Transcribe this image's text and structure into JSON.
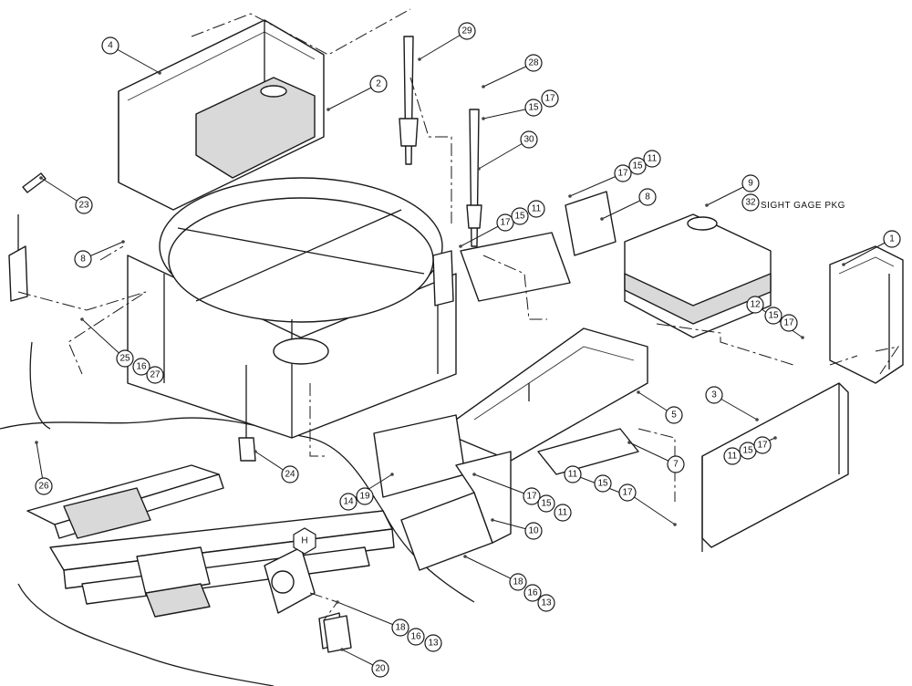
{
  "diagram": {
    "sight_gage_note": "SIGHT GAGE PKG",
    "hex_marker": "H",
    "callouts": [
      {
        "id": "c4",
        "label": "4"
      },
      {
        "id": "c29",
        "label": "29"
      },
      {
        "id": "c2",
        "label": "2"
      },
      {
        "id": "c28",
        "label": "28"
      },
      {
        "id": "c15a",
        "label": "15"
      },
      {
        "id": "c17a",
        "label": "17"
      },
      {
        "id": "c30",
        "label": "30"
      },
      {
        "id": "c17b",
        "label": "17"
      },
      {
        "id": "c15b",
        "label": "15"
      },
      {
        "id": "c11b",
        "label": "11"
      },
      {
        "id": "c8b",
        "label": "8"
      },
      {
        "id": "c9",
        "label": "9"
      },
      {
        "id": "c32",
        "label": "32"
      },
      {
        "id": "c23",
        "label": "23"
      },
      {
        "id": "c17c",
        "label": "17"
      },
      {
        "id": "c15c",
        "label": "15"
      },
      {
        "id": "c11c",
        "label": "11"
      },
      {
        "id": "c1",
        "label": "1"
      },
      {
        "id": "c8a",
        "label": "8"
      },
      {
        "id": "c12",
        "label": "12"
      },
      {
        "id": "c15d",
        "label": "15"
      },
      {
        "id": "c17d",
        "label": "17"
      },
      {
        "id": "c25",
        "label": "25"
      },
      {
        "id": "c16a",
        "label": "16"
      },
      {
        "id": "c27",
        "label": "27"
      },
      {
        "id": "c3",
        "label": "3"
      },
      {
        "id": "c5",
        "label": "5"
      },
      {
        "id": "c11e",
        "label": "11"
      },
      {
        "id": "c15e",
        "label": "15"
      },
      {
        "id": "c17e",
        "label": "17"
      },
      {
        "id": "c7",
        "label": "7"
      },
      {
        "id": "c24",
        "label": "24"
      },
      {
        "id": "c11f",
        "label": "11"
      },
      {
        "id": "c15f",
        "label": "15"
      },
      {
        "id": "c17f",
        "label": "17"
      },
      {
        "id": "c26",
        "label": "26"
      },
      {
        "id": "c14",
        "label": "14"
      },
      {
        "id": "c19",
        "label": "19"
      },
      {
        "id": "c17g",
        "label": "17"
      },
      {
        "id": "c15g",
        "label": "15"
      },
      {
        "id": "c11g",
        "label": "11"
      },
      {
        "id": "c10",
        "label": "10"
      },
      {
        "id": "c18a",
        "label": "18"
      },
      {
        "id": "c16b",
        "label": "16"
      },
      {
        "id": "c13a",
        "label": "13"
      },
      {
        "id": "c18b",
        "label": "18"
      },
      {
        "id": "c16c",
        "label": "16"
      },
      {
        "id": "c13b",
        "label": "13"
      },
      {
        "id": "c20",
        "label": "20"
      }
    ]
  }
}
